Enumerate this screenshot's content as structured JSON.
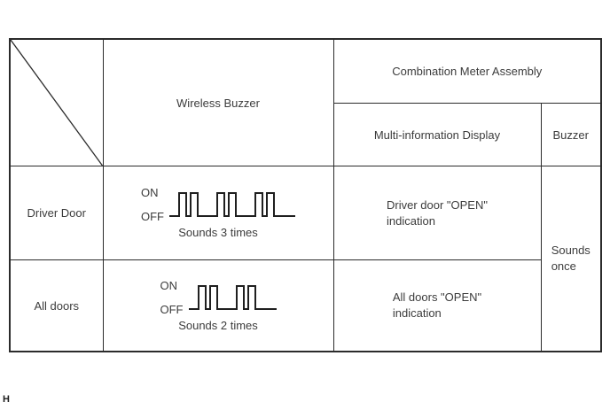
{
  "page": {
    "background": "#ffffff",
    "marker": "H"
  },
  "colors": {
    "border": "#2b2b2b",
    "text": "#3c3c3c",
    "waveform": "#1f1f1f"
  },
  "table": {
    "header": {
      "wireless_buzzer": "Wireless Buzzer",
      "combination_meter_assembly": "Combination Meter Assembly",
      "multi_information_display": "Multi-information Display",
      "buzzer": "Buzzer"
    },
    "rows": [
      {
        "label": "Driver Door",
        "wave": {
          "on_label": "ON",
          "off_label": "OFF",
          "caption": "Sounds 3 times",
          "pulse_groups": 3,
          "pulses_per_group": 2
        },
        "display_lines": [
          "Driver door \"OPEN\"",
          "indication"
        ]
      },
      {
        "label": "All doors",
        "wave": {
          "on_label": "ON",
          "off_label": "OFF",
          "caption": "Sounds 2 times",
          "pulse_groups": 2,
          "pulses_per_group": 2
        },
        "display_lines": [
          "All doors \"OPEN\"",
          "indication"
        ]
      }
    ],
    "buzzer_result_lines": [
      "Sounds",
      "once"
    ]
  }
}
